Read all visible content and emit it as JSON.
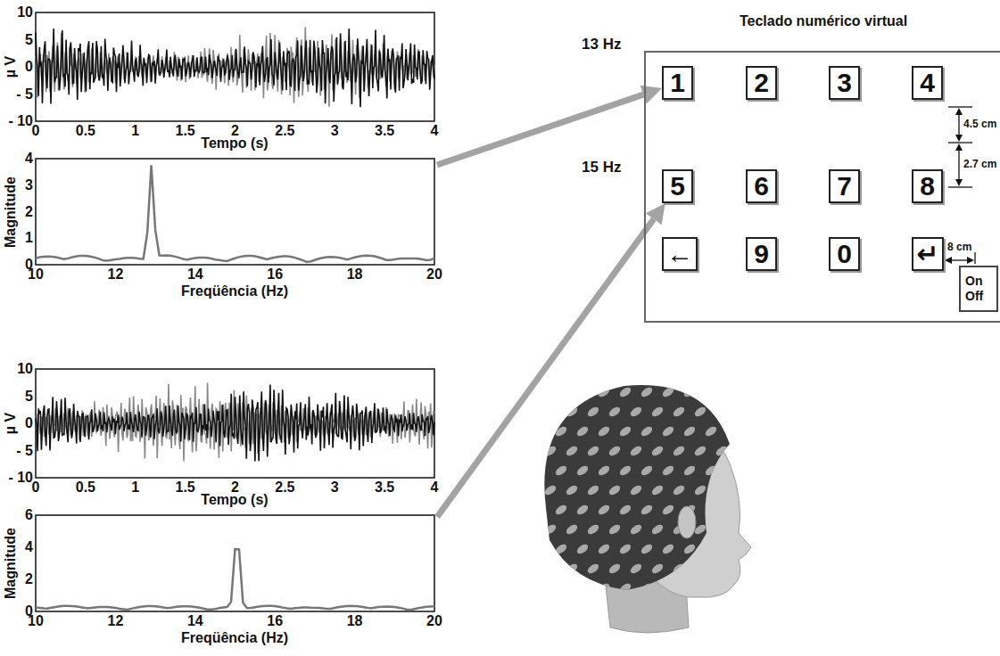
{
  "diagram": {
    "nodes": [
      {
        "text": [
          "µ V",
          "Tempo (s)",
          "Magnitude",
          "Freqüência (Hz)"
        ]
      },
      {
        "text": [
          "µ V",
          "Tempo (s)",
          "Magnitude",
          "Freqüência (Hz)"
        ]
      },
      {
        "text": [
          "Teclado numérico virtual"
        ]
      },
      {
        "text": [
          "1"
        ],
        "in": 2
      },
      {
        "text": [
          "2"
        ],
        "in": 2
      },
      {
        "text": [
          "3"
        ],
        "in": 2
      },
      {
        "text": [
          "4"
        ],
        "in": 2
      },
      {
        "text": [
          "5"
        ],
        "in": 2
      },
      {
        "text": [
          "6"
        ],
        "in": 2
      },
      {
        "text": [
          "7"
        ],
        "in": 2
      },
      {
        "text": [
          "8"
        ],
        "in": 2
      },
      {
        "text": [
          "←"
        ],
        "in": 2
      },
      {
        "text": [
          "9"
        ],
        "in": 2
      },
      {
        "text": [
          "0"
        ],
        "in": 2
      },
      {
        "text": [
          "↵"
        ],
        "in": 2
      },
      {
        "text": [
          "On Off"
        ],
        "in": 2
      }
    ],
    "edges": [
      {
        "from": 0,
        "to": 3,
        "arrow": "to"
      },
      {
        "from": 1,
        "to": 7,
        "arrow": "to"
      }
    ],
    "labels": [
      "13 Hz",
      "15 Hz",
      "4.5 cm",
      "2.7 cm",
      "8 cm",
      "10",
      "5",
      "0",
      "- 5",
      "- 10",
      "0",
      "0.5",
      "1",
      "1.5",
      "2",
      "2.5",
      "3",
      "3.5",
      "4",
      "4",
      "3",
      "2",
      "1",
      "0",
      "10",
      "12",
      "14",
      "16",
      "18",
      "20",
      "10",
      "5",
      "0",
      "- 5",
      "- 10",
      "0",
      "0.5",
      "1",
      "1.5",
      "2",
      "2.5",
      "3",
      "3.5",
      "4",
      "6",
      "4",
      "2",
      "0",
      "10",
      "12",
      "14",
      "16",
      "18",
      "20"
    ]
  }
}
